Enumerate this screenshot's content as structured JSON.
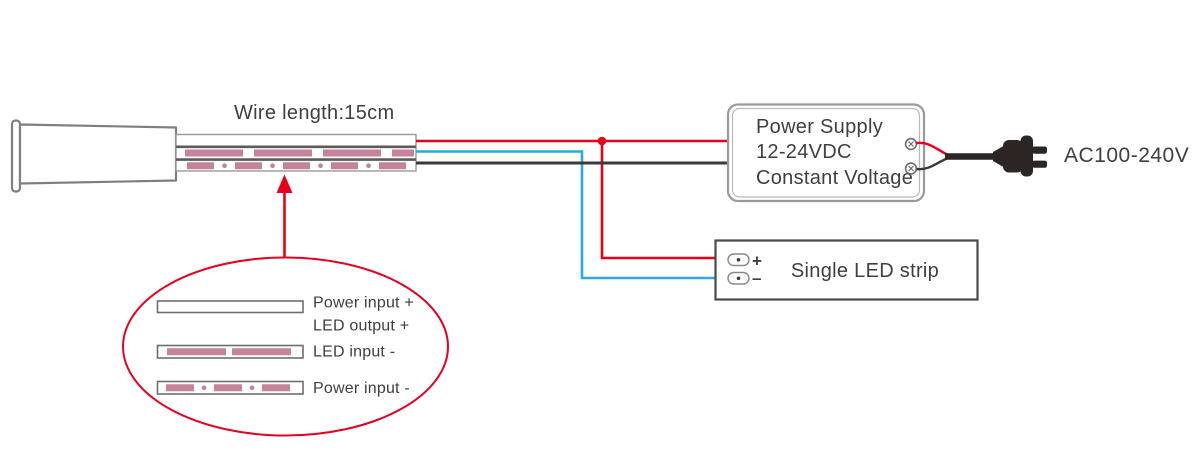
{
  "labels": {
    "wire_length": "Wire length:15cm",
    "ac_input": "AC100-240V"
  },
  "power_supply": {
    "line1": "Power Supply",
    "line2": "12-24VDC",
    "line3": "Constant Voltage"
  },
  "led_strip": {
    "name": "Single LED strip",
    "plus": "+",
    "minus": "–"
  },
  "callout": {
    "labels": [
      "Power input +",
      "LED output +",
      "LED input -",
      "Power input -"
    ]
  },
  "colors": {
    "wire_red": "#e60019",
    "wire_blue": "#29abe2",
    "wire_black": "#3a3a3a",
    "strip_pink": "#c5839b",
    "callout_red": "#e60021",
    "text": "#3f3f3f"
  }
}
